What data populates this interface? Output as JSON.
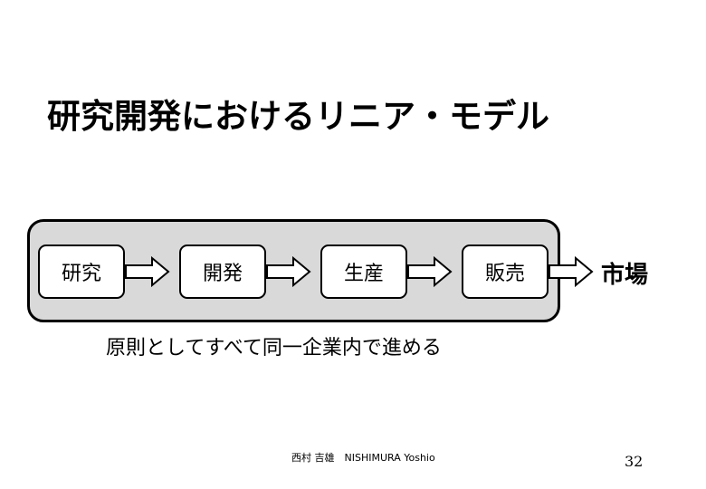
{
  "slide": {
    "title": "研究開発におけるリニア・モデル",
    "stages": [
      "研究",
      "開発",
      "生産",
      "販売"
    ],
    "market_label": "市場",
    "caption": "原則としてすべて同一企業内で進める",
    "footer": "西村 吉雄　NISHIMURA Yoshio",
    "page_number": "32"
  }
}
